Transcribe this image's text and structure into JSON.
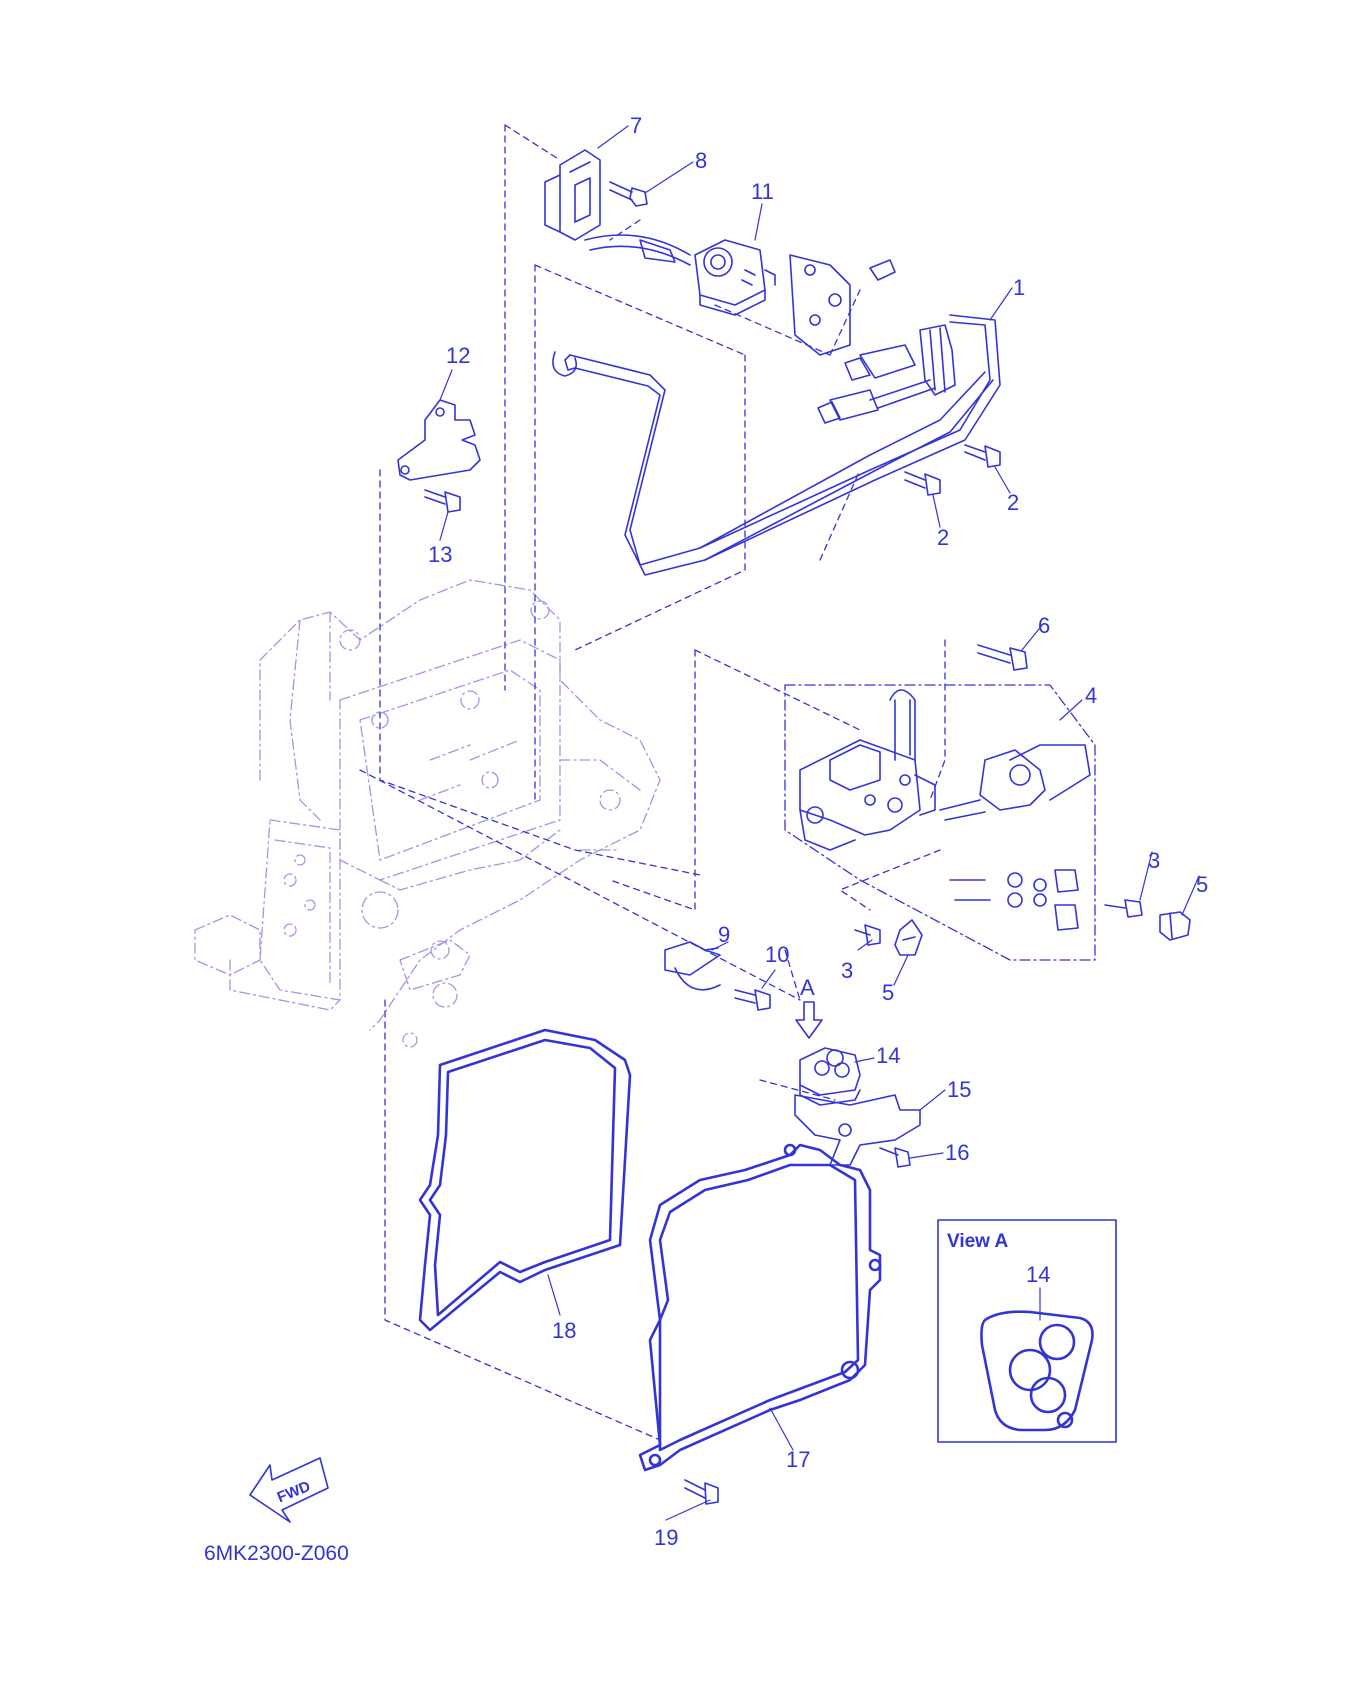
{
  "colors": {
    "ink": "#3434d6",
    "ghost": "#9a9ae6",
    "background": "#ffffff"
  },
  "callouts": [
    {
      "label": "1"
    },
    {
      "label": "2"
    },
    {
      "label": "2"
    },
    {
      "label": "3"
    },
    {
      "label": "3"
    },
    {
      "label": "4"
    },
    {
      "label": "5"
    },
    {
      "label": "5"
    },
    {
      "label": "6"
    },
    {
      "label": "7"
    },
    {
      "label": "8"
    },
    {
      "label": "9"
    },
    {
      "label": "10"
    },
    {
      "label": "11"
    },
    {
      "label": "12"
    },
    {
      "label": "13"
    },
    {
      "label": "14"
    },
    {
      "label": "15"
    },
    {
      "label": "16"
    },
    {
      "label": "17"
    },
    {
      "label": "18"
    },
    {
      "label": "19"
    },
    {
      "label": "14"
    }
  ],
  "view_a": {
    "title": "View A",
    "arrow_label": "A"
  },
  "fwd_label": "FWD",
  "diagram_code": "6MK2300-Z060"
}
